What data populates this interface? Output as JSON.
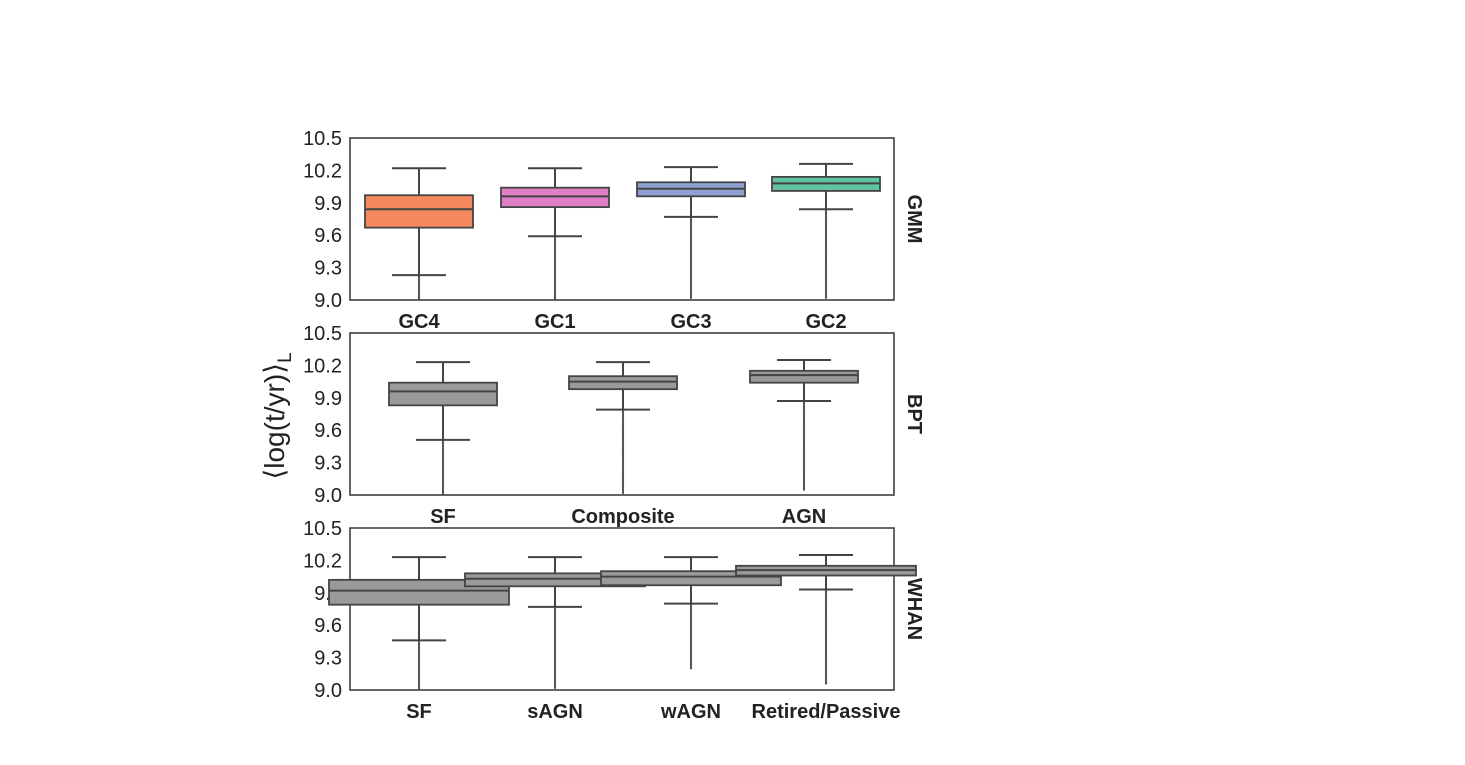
{
  "figure": {
    "ylabel": "⟨log(t/yr)⟩",
    "ylabel_subscript": "L"
  },
  "chart_data": [
    {
      "type": "box",
      "panel_label": "GMM",
      "ylim": [
        9.0,
        10.5
      ],
      "yticks": [
        "9.0",
        "9.3",
        "9.6",
        "9.9",
        "10.2",
        "10.5"
      ],
      "grid": false,
      "categories": [
        "GC4",
        "GC1",
        "GC3",
        "GC2"
      ],
      "colors": [
        "#f4895f",
        "#e17fc6",
        "#8ea0d1",
        "#5fc49f"
      ],
      "boxes": [
        {
          "whisker_low": 9.23,
          "q1": 9.67,
          "median": 9.84,
          "q3": 9.97,
          "whisker_high": 10.22,
          "outliers_low": 9.0
        },
        {
          "whisker_low": 9.59,
          "q1": 9.86,
          "median": 9.96,
          "q3": 10.04,
          "whisker_high": 10.22,
          "outliers_low": 9.0
        },
        {
          "whisker_low": 9.77,
          "q1": 9.96,
          "median": 10.03,
          "q3": 10.09,
          "whisker_high": 10.23,
          "outliers_low": 9.02
        },
        {
          "whisker_low": 9.84,
          "q1": 10.01,
          "median": 10.08,
          "q3": 10.14,
          "whisker_high": 10.26,
          "outliers_low": 9.02
        }
      ]
    },
    {
      "type": "box",
      "panel_label": "BPT",
      "ylim": [
        9.0,
        10.5
      ],
      "yticks": [
        "9.0",
        "9.3",
        "9.6",
        "9.9",
        "10.2",
        "10.5"
      ],
      "grid": false,
      "categories": [
        "SF",
        "Composite",
        "AGN"
      ],
      "colors": [
        "#9a9a9a",
        "#9a9a9a",
        "#9a9a9a"
      ],
      "boxes": [
        {
          "whisker_low": 9.51,
          "q1": 9.83,
          "median": 9.96,
          "q3": 10.04,
          "whisker_high": 10.23,
          "outliers_low": 9.0
        },
        {
          "whisker_low": 9.79,
          "q1": 9.98,
          "median": 10.05,
          "q3": 10.1,
          "whisker_high": 10.23,
          "outliers_low": 9.02
        },
        {
          "whisker_low": 9.87,
          "q1": 10.04,
          "median": 10.11,
          "q3": 10.15,
          "whisker_high": 10.25,
          "outliers_low": 9.05
        }
      ]
    },
    {
      "type": "box",
      "panel_label": "WHAN",
      "ylim": [
        9.0,
        10.5
      ],
      "yticks": [
        "9.0",
        "9.3",
        "9.6",
        "9.9",
        "10.2",
        "10.5"
      ],
      "grid": false,
      "categories": [
        "SF",
        "sAGN",
        "wAGN",
        "Retired/Passive"
      ],
      "colors": [
        "#9a9a9a",
        "#9a9a9a",
        "#9a9a9a",
        "#9a9a9a"
      ],
      "boxes": [
        {
          "whisker_low": 9.46,
          "q1": 9.79,
          "median": 9.92,
          "q3": 10.02,
          "whisker_high": 10.23,
          "outliers_low": 9.0
        },
        {
          "whisker_low": 9.77,
          "q1": 9.96,
          "median": 10.03,
          "q3": 10.08,
          "whisker_high": 10.23,
          "outliers_low": 9.02
        },
        {
          "whisker_low": 9.8,
          "q1": 9.97,
          "median": 10.05,
          "q3": 10.1,
          "whisker_high": 10.23,
          "outliers_low": 9.2
        },
        {
          "whisker_low": 9.93,
          "q1": 10.06,
          "median": 10.11,
          "q3": 10.15,
          "whisker_high": 10.25,
          "outliers_low": 9.06
        }
      ]
    }
  ]
}
